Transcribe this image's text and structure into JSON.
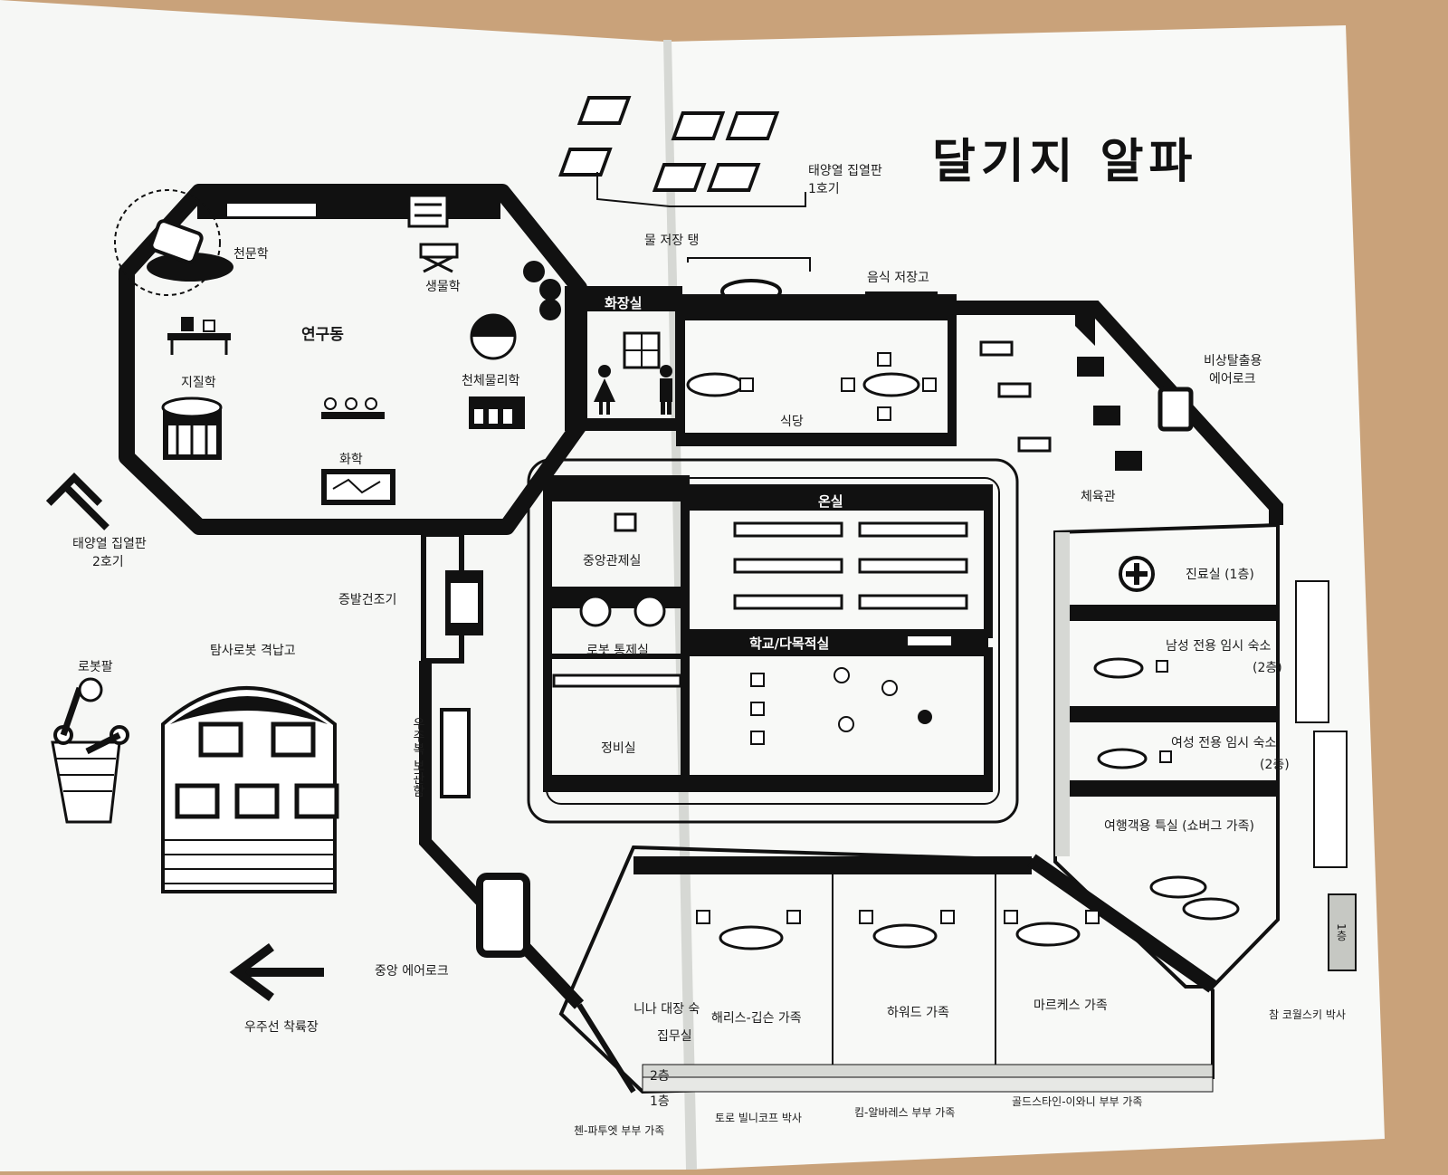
{
  "title": "달기지 알파",
  "rooms": {
    "research_wing": "연구동",
    "astronomy": "천문학",
    "biology": "생물학",
    "geology": "지질학",
    "astrophysics": "천체물리학",
    "chemistry": "화학",
    "restroom": "화장실",
    "food_storage": "음식 저장고",
    "cafeteria": "식당",
    "gym": "체육관",
    "greenhouse": "온실",
    "central_control": "중앙관제실",
    "robot_control": "로봇 통제실",
    "maintenance": "정비실",
    "school": "학교/다목적실",
    "clinic": "진료실 (1층)",
    "male_dorm": "남성 전용 임시 숙소",
    "male_dorm_floor": "(2층)",
    "female_dorm": "여성 전용 임시 숙소",
    "female_dorm_floor": "(2층)",
    "traveler_suite": "여행객용 특실 (쇼버그 가족)",
    "nina_office_a": "니나 대장 숙",
    "nina_office_b": "집무실",
    "harris_gibson": "해리스-깁슨 가족",
    "howard": "하워드 가족",
    "marquez": "마르케스 가족"
  },
  "outside": {
    "solar_panel_1a": "태양열 집열판",
    "solar_panel_1b": "1호기",
    "solar_panel_2a": "태양열 집열판",
    "solar_panel_2b": "2호기",
    "water_storage": "물 저장 탱",
    "emergency_airlock_a": "비상탈출용",
    "emergency_airlock_b": "에어로크",
    "evaporation_dryer": "증발건조기",
    "robot_arm": "로봇팔",
    "robot_hangar": "탐사로봇 격납고",
    "central_airlock": "중앙 에어로크",
    "spaceship_landing": "우주선 착륙장",
    "spacesuit_storage": "우주복 보관함"
  },
  "floors": {
    "floor2": "2층",
    "floor1": "1층",
    "stair_sign": "1층"
  },
  "residents": {
    "chen_patou": "첸-파투엣 부부 가족",
    "toro_pilnikov": "토로 빌니코프 박사",
    "kim_albarez": "킴-알바레스 부부 가족",
    "goldstein_iwani": "골드스타인-이와니 부부 가족",
    "cham_kowalski": "참 코월스키 박사"
  },
  "colors": {
    "ink": "#111111",
    "paper": "#f7f8f6",
    "wood": "#c9a27a",
    "spine": "#d6d8d4"
  },
  "icons": [
    "restroom-female-icon",
    "restroom-male-icon",
    "medical-cross-icon",
    "north-arrow-icon",
    "west-arrow-icon",
    "solar-panel-icon",
    "telescope-icon",
    "exercise-bike-icon",
    "dining-table-icon",
    "robot-arm-icon"
  ]
}
